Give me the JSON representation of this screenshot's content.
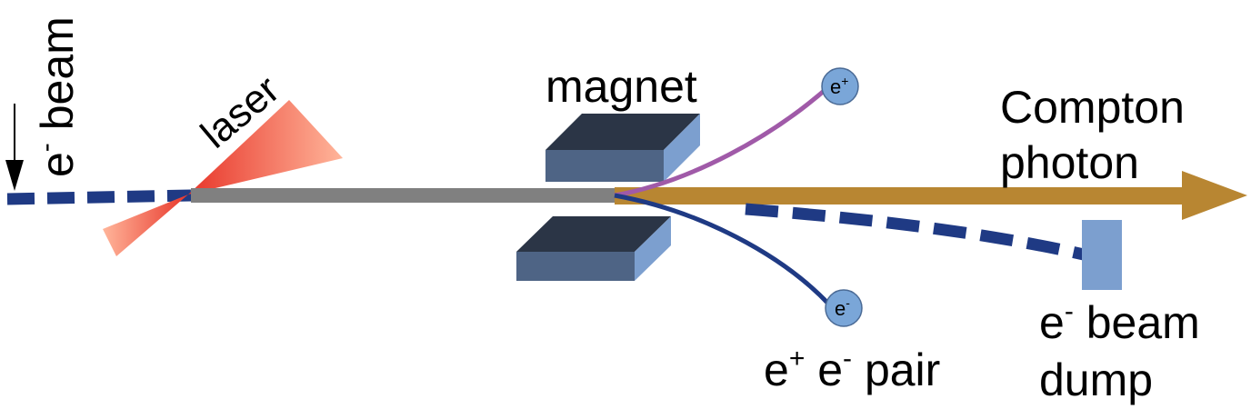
{
  "labels": {
    "beam_in": "e",
    "beam_in_sup": "-",
    "beam_in_word": " beam",
    "laser": "laser",
    "magnet": "magnet",
    "compton_line1": "Compton",
    "compton_line2": "photon",
    "positron_particle": "e",
    "positron_sup": "+",
    "electron_particle": "e",
    "electron_sup": "-",
    "pair_e1": "e",
    "pair_e1_sup": "+",
    "pair_e2": " e",
    "pair_e2_sup": "-",
    "pair_word": " pair",
    "dump_e": "e",
    "dump_e_sup": "-",
    "dump_word": " beam",
    "dump_line2": "dump"
  },
  "colors": {
    "electron_beam": "#1f3a84",
    "laser_light": "#ffb59a",
    "laser_dark": "#e8362a",
    "interaction_line": "#808080",
    "magnet_top": "#2b3546",
    "magnet_front": "#4e6485",
    "magnet_side": "#7c9fcf",
    "photon_arrow": "#b88632",
    "positron_track": "#a05aa8",
    "electron_track": "#1f3a84",
    "particle_fill": "#7aa6d8",
    "dump_fill": "#7c9fcf"
  }
}
